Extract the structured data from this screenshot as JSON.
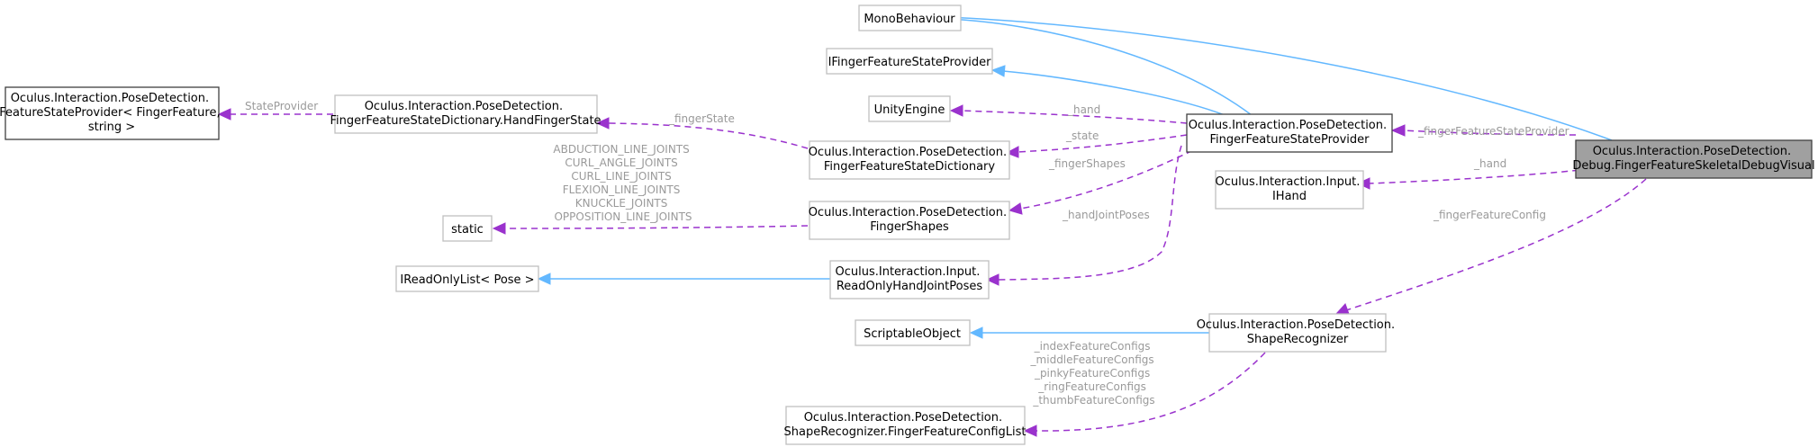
{
  "nodes": {
    "debug_visual": [
      "Oculus.Interaction.PoseDetection.",
      "Debug.FingerFeatureSkeletalDebugVisual"
    ],
    "mono_behaviour": [
      "MonoBehaviour"
    ],
    "ifinger_feature_state_provider": [
      "IFingerFeatureStateProvider"
    ],
    "finger_feature_state_provider": [
      "Oculus.Interaction.PoseDetection.",
      "FingerFeatureStateProvider"
    ],
    "unity_engine": [
      "UnityEngine"
    ],
    "finger_feature_state_dictionary": [
      "Oculus.Interaction.PoseDetection.",
      "FingerFeatureStateDictionary"
    ],
    "hand_finger_state": [
      "Oculus.Interaction.PoseDetection.",
      "FingerFeatureStateDictionary.HandFingerState"
    ],
    "feature_state_provider": [
      "Oculus.Interaction.PoseDetection.",
      "FeatureStateProvider< FingerFeature,",
      "string >"
    ],
    "ihand": [
      "Oculus.Interaction.Input.",
      "IHand"
    ],
    "finger_shapes": [
      "Oculus.Interaction.PoseDetection.",
      "FingerShapes"
    ],
    "static_node": [
      "static"
    ],
    "readonly_hand_joint_poses": [
      "Oculus.Interaction.Input.",
      "ReadOnlyHandJointPoses"
    ],
    "ireadonly_list_pose": [
      "IReadOnlyList< Pose >"
    ],
    "shape_recognizer": [
      "Oculus.Interaction.PoseDetection.",
      "ShapeRecognizer"
    ],
    "scriptable_object": [
      "ScriptableObject"
    ],
    "finger_feature_config_list": [
      "Oculus.Interaction.PoseDetection.",
      "ShapeRecognizer.FingerFeatureConfigList"
    ]
  },
  "edge_labels": {
    "finger_feature_state_provider": [
      "_fingerFeatureStateProvider"
    ],
    "hand_debug": [
      "_hand"
    ],
    "finger_feature_config": [
      "_fingerFeatureConfig"
    ],
    "hand_unity": [
      "_hand"
    ],
    "state": [
      "_state"
    ],
    "finger_state": [
      "_fingerState"
    ],
    "finger_shapes": [
      "_fingerShapes"
    ],
    "hand_joint_poses": [
      "_handJointPoses"
    ],
    "state_provider": [
      "StateProvider"
    ],
    "static_joints": [
      "ABDUCTION_LINE_JOINTS",
      "CURL_ANGLE_JOINTS",
      "CURL_LINE_JOINTS",
      "FLEXION_LINE_JOINTS",
      "KNUCKLE_JOINTS",
      "OPPOSITION_LINE_JOINTS"
    ],
    "feature_configs": [
      "_indexFeatureConfigs",
      "_middleFeatureConfigs",
      "_pinkyFeatureConfigs",
      "_ringFeatureConfigs",
      "_thumbFeatureConfigs"
    ]
  },
  "colors": {
    "inheritance_edge": "#63b8ff",
    "usage_edge": "#9a32cd",
    "root_fill": "#a0a0a0",
    "node_border": "#bfbfbf",
    "edge_label": "#9a9a9a"
  }
}
